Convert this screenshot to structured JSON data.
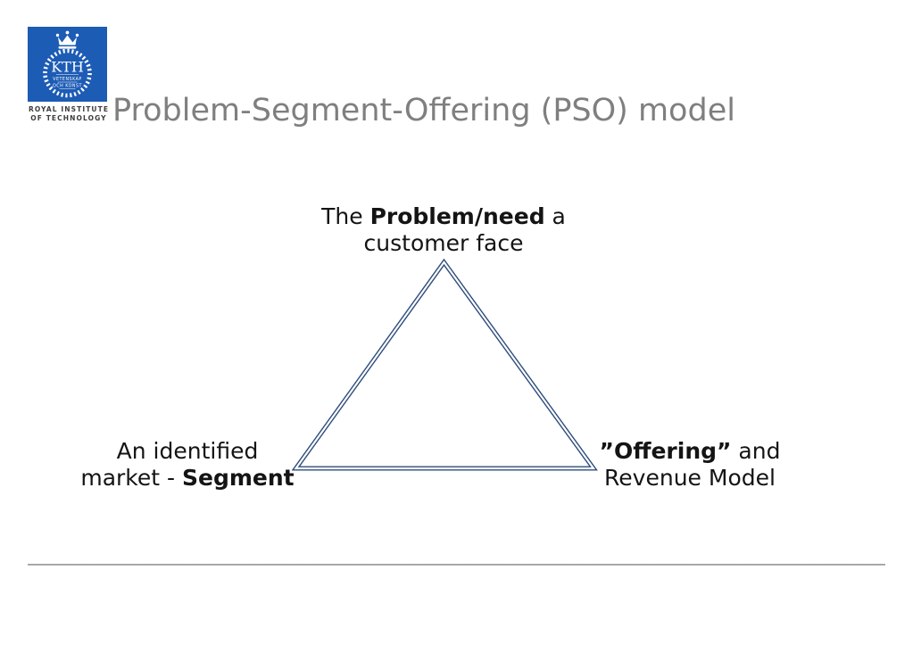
{
  "title": "Problem-Segment-Offering (PSO) model",
  "logo": {
    "acronym": "KTH",
    "motto_line1": "VETENSKAP",
    "motto_line2": "OCH KONST",
    "caption_line1": "ROYAL INSTITUTE",
    "caption_line2": "OF TECHNOLOGY"
  },
  "diagram": {
    "top_label": {
      "pre": "The ",
      "bold": "Problem/need",
      "post": " a",
      "line2": "customer face"
    },
    "left_label": {
      "line1": "An identified",
      "pre": "market - ",
      "bold": "Segment"
    },
    "right_label": {
      "bold": "”Offering”",
      "post": " and",
      "line2": "Revenue Model"
    }
  },
  "colors": {
    "kth_blue": "#1D5CB5",
    "triangle_stroke": "#2E4D7C",
    "title_gray": "#7F7F7F",
    "text_black": "#141414",
    "divider_gray": "#9C9C9C"
  }
}
